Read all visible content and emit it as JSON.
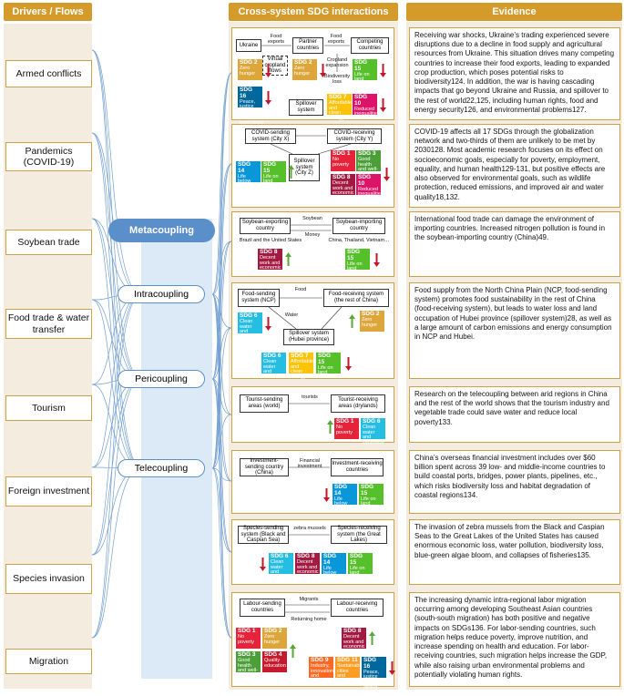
{
  "headers": {
    "drivers": "Drivers / Flows",
    "cross": "Cross-system SDG interactions",
    "evidence": "Evidence"
  },
  "drivers": [
    "Armed conflicts",
    "Pandemics (COVID-19)",
    "Soybean trade",
    "Food trade & water transfer",
    "Tourism",
    "Foreign investment",
    "Species invasion",
    "Migration"
  ],
  "metacoupling": {
    "title": "Metacoupling",
    "types": [
      "Intracoupling",
      "Pericoupling",
      "Telecoupling"
    ]
  },
  "colors": {
    "gold": "#d49a2a",
    "blue": "#5b8fc9",
    "up": "#5aa636",
    "down": "#c0182a"
  },
  "sdgs": {
    "1": {
      "label": "SDG 1",
      "name": "No poverty",
      "color": "#e5243b"
    },
    "2": {
      "label": "SDG 2",
      "name": "Zero hunger",
      "color": "#dda63a"
    },
    "3": {
      "label": "SDG 3",
      "name": "Good health and well-being",
      "color": "#4c9f38"
    },
    "4": {
      "label": "SDG 4",
      "name": "Quality education",
      "color": "#c5192d"
    },
    "6": {
      "label": "SDG 6",
      "name": "Clean water and sanitation",
      "color": "#26bde2"
    },
    "7": {
      "label": "SDG 7",
      "name": "Affordable and clean energy",
      "color": "#fcc30b"
    },
    "8": {
      "label": "SDG 8",
      "name": "Decent work and economic growth",
      "color": "#a21942"
    },
    "9": {
      "label": "SDG 9",
      "name": "Industry, innovation and infrastructure",
      "color": "#fd6925"
    },
    "10": {
      "label": "SDG 10",
      "name": "Reduced inequalities",
      "color": "#dd1367"
    },
    "11": {
      "label": "SDG 11",
      "name": "Sustainable cities and communities",
      "color": "#fd9d24"
    },
    "14": {
      "label": "SDG 14",
      "name": "Life below water",
      "color": "#0a97d9"
    },
    "15": {
      "label": "SDG 15",
      "name": "Life on land",
      "color": "#56c02b"
    },
    "16": {
      "label": "SDG 16",
      "name": "Peace, justice and strong institutions",
      "color": "#00689d"
    }
  },
  "panels": [
    {
      "boxes": [
        "Ukraine",
        "Partner countries",
        "Competing countries",
        "Spillover system"
      ],
      "texts": [
        "Food exports",
        "Food exports",
        "Virtual cropland flows",
        "Cropland expansion",
        "Biodiversity loss"
      ]
    },
    {
      "boxes": [
        "COVID-sending system (City X)",
        "COVID-receiving system (City Y)",
        "Spillover system (City Z)"
      ]
    },
    {
      "boxes": [
        "Soybean-exporting country",
        "Soybean-importing country"
      ],
      "texts": [
        "Soybean",
        "Money",
        "Brazil and the United States",
        "China, Thailand, Vietnam…"
      ]
    },
    {
      "boxes": [
        "Food-sending system (NCP)",
        "Food-receiving system (the rest of China)",
        "Spillover system (Hubei province)"
      ],
      "texts": [
        "Food",
        "Water"
      ]
    },
    {
      "boxes": [
        "Tourist-sending areas (world)",
        "Tourist-receiving areas (drylands)"
      ],
      "texts": [
        "tourists"
      ]
    },
    {
      "boxes": [
        "Investment-sending country (China)",
        "Investment-receiving countries"
      ],
      "texts": [
        "Financial investment"
      ]
    },
    {
      "boxes": [
        "Species-sending system (Black and Caspian Sea)",
        "Species-receiving system (the Great Lakes)"
      ],
      "texts": [
        "zebra mussels"
      ]
    },
    {
      "boxes": [
        "Labour-sending countries",
        "Labour-receiving countries"
      ],
      "texts": [
        "Migrants",
        "Returning home"
      ]
    }
  ],
  "evidence": [
    "Receiving war shocks, Ukraine’s trading experienced severe disruptions due to a decline in food supply and agricultural resources from Ukraine. This situation drives many competing countries to increase their food exports, leading to expanded crop production, which poses potential risks to biodiversity124. In addition, the war is having cascading impacts that go beyond Ukraine and Russia, and spillover to the rest of world22,125, including human rights, food and energy security126, and environmental problems127.",
    "COVID-19 affects all 17 SDGs through the globalization network and two-thirds of them are unlikely to be met by 2030128. Most academic research focuses on its effect on socioeconomic goals, especially for poverty, employment, equality, and human health129-131, but positive effects are also observed for environmental goals, such as wildlife protection, reduced emissions, and improved air and water quality18,132.",
    "International food trade can damage the environment of importing countries. Increased nitrogen pollution is found in the soybean-importing country (China)49.",
    "Food supply from the North China Plain (NCP, food-sending system) promotes food sustainability in the rest of China (food-receiving system), but leads to water loss and land occupation of Hubei province (spillover system)28, as well as a large amount of carbon emissions and energy consumption in NCP and Hubei.",
    "Research on the telecoupling between arid regions in China and the rest of the world shows that the tourism industry and vegetable trade could save water and reduce local poverty133.",
    "China’s overseas financial investment includes over $60 billion spent across 39 low- and middle-income countries to build coastal ports, bridges, power plants, pipelines, etc., which risks biodiversity loss and habitat degradation of coastal regions134.",
    "The invasion of zebra mussels from the Black and Caspian Seas to the Great Lakes of the United States has caused enormous economic loss, water pollution, biodiversity loss, blue-green algae bloom, and collapses of fisheries135.",
    "The increasing dynamic intra-regional labor migration occurring among developing Southeast Asian countries (south-south migration) has both positive and negative impacts on SDGs136. For labor-sending countries, such migration helps reduce poverty, improve nutrition, and increase spending on health and education. For labor-receiving countries, such migration helps increase the GDP, while also raising urban environmental problems and potentially violating human rights."
  ]
}
